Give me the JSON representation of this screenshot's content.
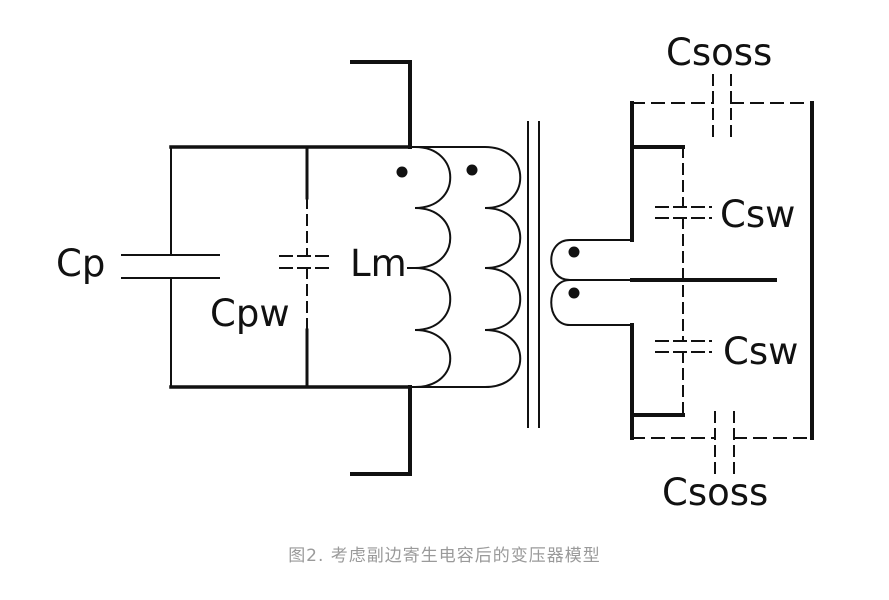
{
  "figure": {
    "caption": "图2. 考虑副边寄生电容后的变压器模型",
    "labels": {
      "cp": "Cp",
      "cpw": "Cpw",
      "lm": "Lm",
      "csoss_top": "Csoss",
      "csoss_bottom": "Csoss",
      "csw_top": "Csw",
      "csw_bottom": "Csw"
    },
    "colors": {
      "line": "#111111",
      "caption": "#9a9a9a"
    }
  }
}
